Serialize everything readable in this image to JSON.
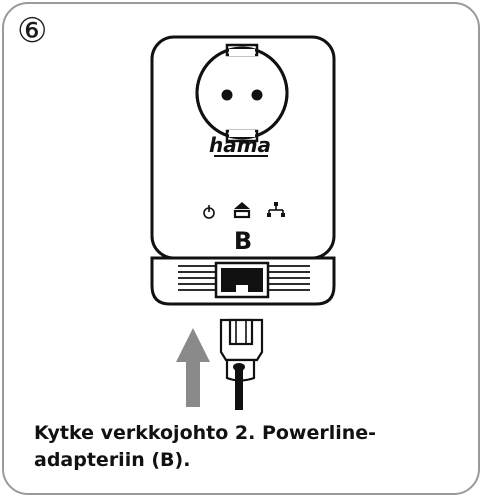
{
  "step_number": "⑥",
  "device": {
    "brand": "hama",
    "port_label": "B",
    "indicator_icons": [
      "power-icon",
      "powerline-home-icon",
      "network-icon"
    ]
  },
  "arrow_direction": "up",
  "caption": {
    "line1": "Kytke verkkojohto 2. Powerline-",
    "line2": "adapteriin (B)."
  }
}
